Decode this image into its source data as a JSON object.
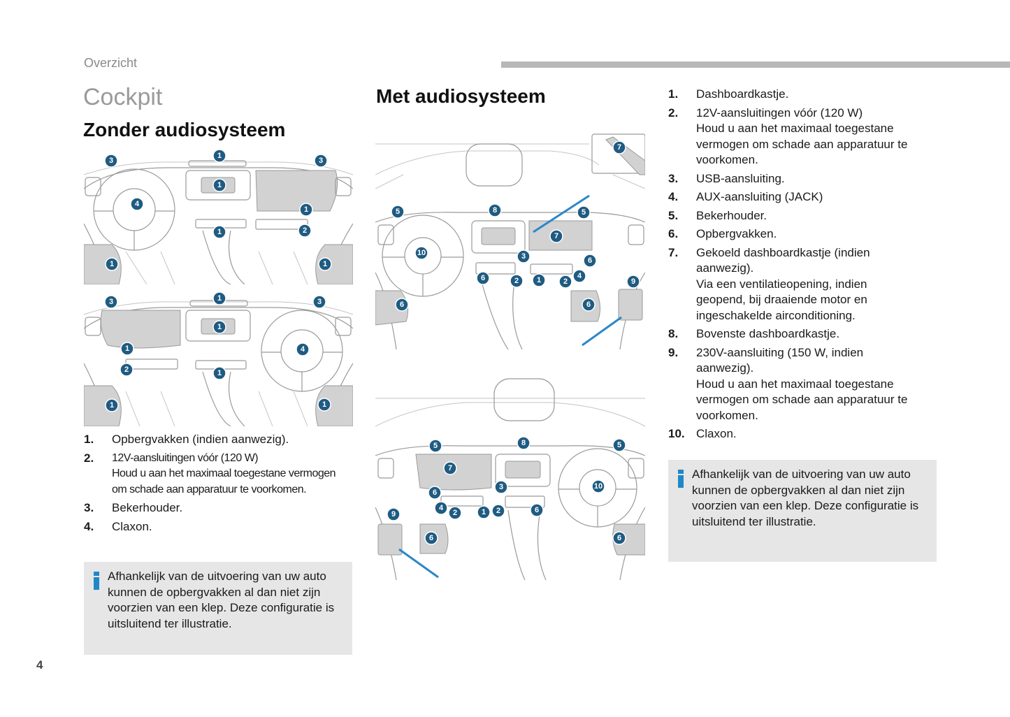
{
  "header": {
    "section_label": "Overzicht",
    "page_title": "Cockpit"
  },
  "left": {
    "title": "Zonder audiosysteem",
    "items": [
      {
        "num": "1.",
        "lines": [
          "Opbergvakken (indien aanwezig)."
        ]
      },
      {
        "num": "2.",
        "lines": [
          "12V-aansluitingen vóór (120 W)",
          "Houd u aan het maximaal toegestane vermogen",
          "om schade aan apparatuur te voorkomen."
        ]
      },
      {
        "num": "3.",
        "lines": [
          "Bekerhouder."
        ]
      },
      {
        "num": "4.",
        "lines": [
          "Claxon."
        ]
      }
    ],
    "info": "Afhankelijk van de uitvoering van uw auto kunnen de opbergvakken al dan niet zijn voorzien van een klep. Deze configuratie is uitsluitend ter illustratie."
  },
  "middle": {
    "title": "Met audiosysteem"
  },
  "right": {
    "items": [
      {
        "num": "1.",
        "lines": [
          "Dashboardkastje."
        ]
      },
      {
        "num": "2.",
        "lines": [
          "12V-aansluitingen vóór (120 W)",
          "Houd u aan het maximaal toegestane",
          "vermogen om schade aan apparatuur te",
          "voorkomen."
        ]
      },
      {
        "num": "3.",
        "lines": [
          "USB-aansluiting."
        ]
      },
      {
        "num": "4.",
        "lines": [
          "AUX-aansluiting (JACK)"
        ]
      },
      {
        "num": "5.",
        "lines": [
          "Bekerhouder."
        ]
      },
      {
        "num": "6.",
        "lines": [
          "Opbergvakken."
        ]
      },
      {
        "num": "7.",
        "lines": [
          "Gekoeld dashboardkastje (indien",
          "aanwezig).",
          "Via een ventilatieopening, indien",
          "geopend, bij draaiende motor en",
          "ingeschakelde airconditioning."
        ]
      },
      {
        "num": "8.",
        "lines": [
          "Bovenste dashboardkastje."
        ]
      },
      {
        "num": "9.",
        "lines": [
          "230V-aansluiting (150 W, indien",
          "aanwezig).",
          "Houd u aan het maximaal toegestane",
          "vermogen om schade aan apparatuur te",
          "voorkomen."
        ]
      },
      {
        "num": "10.",
        "lines": [
          "Claxon."
        ]
      }
    ],
    "info": "Afhankelijk van de uitvoering van uw auto kunnen de opbergvakken al dan niet zijn voorzien van een klep. Deze configuratie is uitsluitend ter illustratie."
  },
  "diagrams": {
    "left_top": {
      "badges": [
        "3",
        "1",
        "3",
        "1",
        "4",
        "1",
        "2",
        "1",
        "1",
        "1"
      ]
    },
    "left_bottom": {
      "badges": [
        "3",
        "1",
        "3",
        "1",
        "1",
        "4",
        "2",
        "1",
        "1",
        "1"
      ]
    },
    "mid_top": {
      "badges": [
        "7",
        "5",
        "8",
        "5",
        "7",
        "10",
        "3",
        "6",
        "6",
        "2",
        "1",
        "2",
        "4",
        "9",
        "6",
        "6"
      ]
    },
    "mid_bottom": {
      "badges": [
        "8",
        "5",
        "5",
        "7",
        "10",
        "3",
        "6",
        "4",
        "2",
        "1",
        "2",
        "6",
        "9",
        "6",
        "6"
      ]
    }
  },
  "colors": {
    "badge": "#1f5b82",
    "pointer": "#2c87c8",
    "info_bg": "#e6e6e6",
    "info_icon": "#1e88c8",
    "header_bar": "#b8b8b8"
  },
  "footer": {
    "page_number": "4"
  }
}
